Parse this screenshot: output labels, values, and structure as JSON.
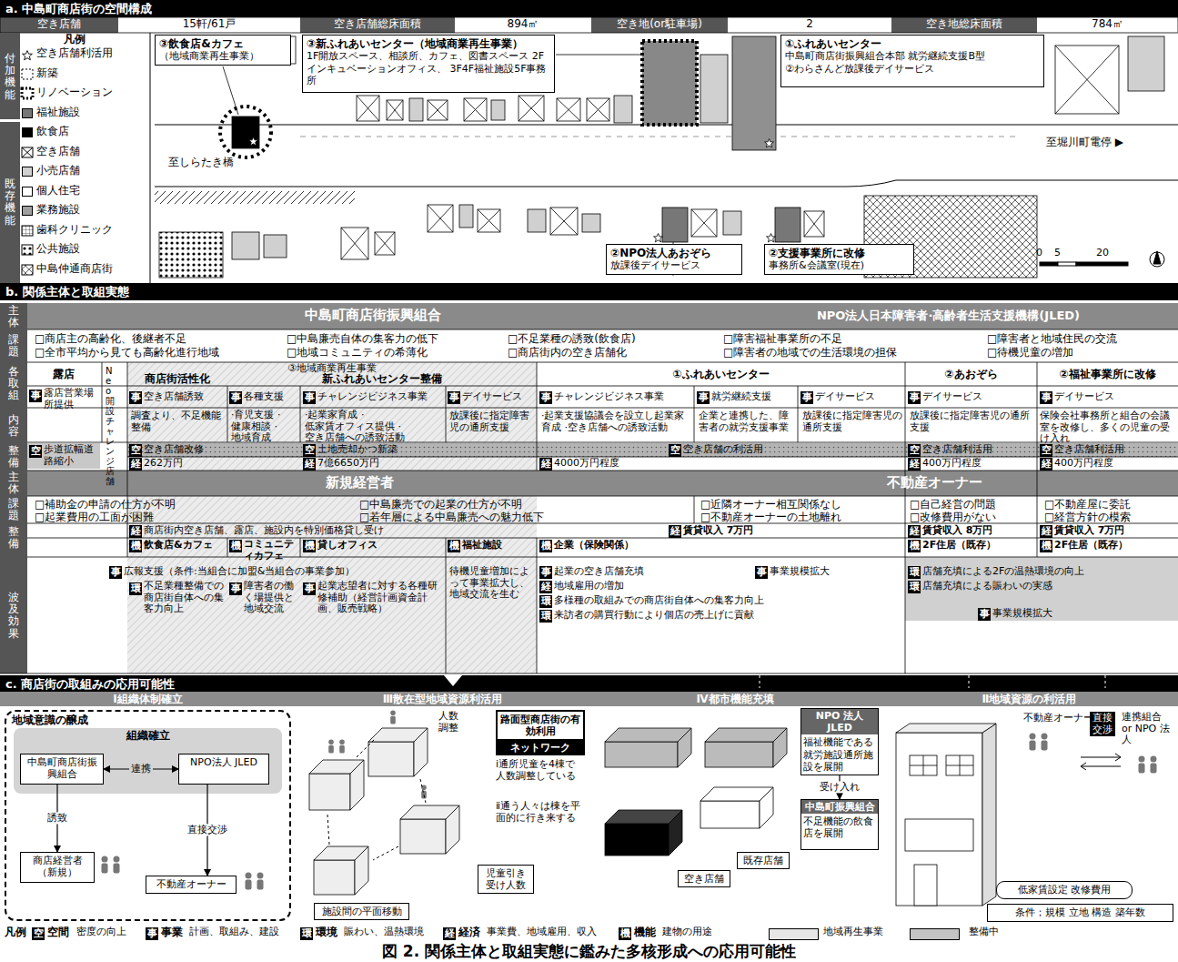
{
  "diagram": {
    "caption": "図 2. 関係主体と取組実態に鑑みた多核形成への応用可能性",
    "nodes": [
      {
        "text": [
          "a. 中島町商店街の空間構成"
        ]
      },
      {
        "text": [
          "③飲食店&カフェ",
          "（地域商業再生事業）"
        ]
      },
      {
        "text": [
          "③新ふれあいセンター（地域商業再生事業）",
          "1F開放スペース、相談所、カフェ、図書スペース 2Fインキュベーションオフィス、 3F4F福祉施設5F事務所"
        ]
      },
      {
        "text": [
          "①ふれあいセンター",
          "中島町商店街振興組合本部 就労継続支援B型",
          "②わらさんど放課後デイサービス"
        ]
      },
      {
        "text": [
          "②NPO法人あおぞら",
          "放課後デイサービス"
        ]
      },
      {
        "text": [
          "②支援事業所に改修",
          "事務所&会議室(現在)"
        ]
      },
      {
        "text": [
          "b. 関係主体と取組実態"
        ]
      },
      {
        "text": [
          "c. 商店街の取組みの応用可能性"
        ]
      },
      {
        "text": [
          "Ⅰ組織体制確立"
        ]
      },
      {
        "text": [
          "Ⅲ散在型地域資源利活用"
        ]
      },
      {
        "text": [
          "Ⅳ都市機能充填"
        ]
      },
      {
        "text": [
          "Ⅱ地域資源の利活用"
        ]
      },
      {
        "text": [
          "地域意識の醸成"
        ]
      },
      {
        "text": [
          "組織確立"
        ],
        "in": 12
      },
      {
        "text": [
          "中島町商店街振興組合"
        ],
        "in": 13
      },
      {
        "text": [
          "NPO法人 JLED"
        ],
        "in": 13
      },
      {
        "text": [
          "商店経営者（新規）"
        ],
        "in": 12
      },
      {
        "text": [
          "不動産オーナー"
        ],
        "in": 12
      },
      {
        "text": [
          "路面型商店街の有効利用"
        ]
      },
      {
        "text": [
          "ネットワーク"
        ]
      },
      {
        "text": [
          "児童引き受け人数"
        ]
      },
      {
        "text": [
          "施設間の平面移動"
        ]
      },
      {
        "text": [
          "NPO 法人 JLED",
          "福祉機能である就労施設通所施設を展開"
        ]
      },
      {
        "text": [
          "中島町振興組合",
          "不足機能の飲食店を展開"
        ]
      },
      {
        "text": [
          "既存店舗"
        ]
      },
      {
        "text": [
          "空き店舗"
        ]
      },
      {
        "text": [
          "低家賃設定 改修費用"
        ]
      },
      {
        "text": [
          "条件；規模 立地 構造 築年数"
        ]
      }
    ],
    "edges": [
      {
        "from": 14,
        "to": 15,
        "label": "連携",
        "arrow": "both"
      },
      {
        "from": 14,
        "to": 16,
        "label": "誘致",
        "arrow": "to"
      },
      {
        "from": 15,
        "to": 17,
        "label": "直接交渉",
        "arrow": "to"
      },
      {
        "from": 22,
        "to": 23,
        "label": "受け入れ",
        "arrow": "to"
      }
    ],
    "labels": [
      "空き店舗",
      "15軒/61戸",
      "空き店舗総床面積",
      "894㎡",
      "空き地(or駐車場)",
      "2",
      "空き地総床面積",
      "784㎡",
      "付加機能",
      "既存機能",
      "凡例",
      "至しらたき橋",
      "至堀川町電停 ▶",
      "0",
      "5",
      "20",
      "主体",
      "課題",
      "各取組",
      "内容",
      "整備",
      "主体",
      "課題",
      "整備",
      "波及効果",
      "中島町商店街振興組合",
      "NPO法人日本障害者·高齢者生活支援機構(JLED)",
      "□商店主の高齢化、後継者不足",
      "□中島廉売自体の集客力の低下",
      "□不足業種の誘致(飲食店)",
      "□全市平均から見ても高齢化進行地域",
      "□地域コミュニティの希薄化",
      "□商店街内の空き店舗化",
      "□障害福祉事業所の不足",
      "□障害者と地域住民の交流",
      "□障害者の地域での生活環境の担保",
      "□待機児童の増加",
      "露店",
      "③地域商業再生事業",
      "商店街活性化",
      "新ふれあいセンター整備",
      "①ふれあいセンター",
      "②あおぞら",
      "②福祉事業所に改修",
      "事",
      "露店営業場所提供",
      "Neo開設チャレンジ店舗",
      "事",
      "空き店舗誘致",
      "事",
      "各種支援",
      "事",
      "チャレンジビジネス事業",
      "事",
      "デイサービス",
      "事",
      "チャレンジビジネス事業",
      "事",
      "就労継続支援",
      "事",
      "デイサービス",
      "事",
      "デイサービス",
      "事",
      "デイサービス",
      "調査より、不足機能整備",
      "·育児支援 ·健康相談 ·地域育成",
      "·起業家育成 ·低家賃オフィス提供 ·空き店舗への誘致活動",
      "放課後に指定障害児の通所支援",
      "·起業支援協議会を設立し起業家育成 ·空き店舗への誘致活動",
      "企業と連携した、障害者の就労支援事業",
      "放課後に指定障害児の通所支援",
      "放課後に指定障害児の通所支援",
      "保険会社事務所と組合の会議室を改修し、多くの児童の受け入れ",
      "空",
      "歩道拡幅道路縮小",
      "空",
      "空き店舗改修",
      "空",
      "土地売却かつ新築",
      "空",
      "空き店舗の利活用",
      "空",
      "空き店舗利活用",
      "空",
      "空き店舗利活用",
      "経",
      "262万円",
      "経",
      "7億6650万円",
      "経",
      "4000万円程度",
      "経",
      "400万円程度",
      "経",
      "400万円程度",
      "新規経営者",
      "不動産オーナー",
      "□補助金の申請の仕方が不明",
      "□中島廉売での起業の仕方が不明",
      "□近隣オーナー相互関係なし",
      "□自己経営の問題",
      "□不動産屋に委託",
      "□起業費用の工面が困難",
      "□若年層による中島廉売への魅力低下",
      "□不動産オーナーの土地離れ",
      "□改修費用がない",
      "□経営方針の模索",
      "経",
      "商店街内空き店舗、露店、施設内を特別価格貸し受け",
      "経",
      "賃貸収入 7万円",
      "経",
      "賃貸収入 8万円",
      "経",
      "賃貸収入 7万円",
      "機",
      "飲食店&カフェ",
      "機",
      "コミュニティカフェ",
      "機",
      "貸しオフィス",
      "機",
      "福祉施設",
      "機",
      "企業（保険関係）",
      "機",
      "2F住居（既存）",
      "機",
      "2F住居（既存）",
      "事",
      "広報支援（条件:当組合に加盟&当組合の事業参加）",
      "環",
      "不足業種整備での商店街自体への集客力向上",
      "事",
      "障害者の働く場提供と地域交流",
      "事",
      "起業志望者に対する各種研修補助（経営計画資金計画、販売戦略）",
      "待機児童増加によって事業拡大し、地域交流を生む",
      "事",
      "起業の空き店舗充填",
      "事",
      "事業規模拡大",
      "経",
      "地域雇用の増加",
      "環",
      "多様種の取組みでの商店街自体への集客力向上",
      "環",
      "来訪者の購買行動により個店の売上げに貢献",
      "環",
      "店舗充填による2Fの温熱環境の向上",
      "環",
      "店舗充填による賑わいの実感",
      "事",
      "事業規模拡大",
      "人数調整",
      "ⅰ通所児童を4棟で人数調整している",
      "ⅱ通う人々は棟を平面的に行き来する",
      "不動産オーナー",
      "直接交渉",
      "連携組合 or NPO 法人",
      "凡例",
      "空",
      "空間",
      "密度の向上",
      "事",
      "事業",
      "計画、取組み、建設",
      "環",
      "環境",
      "賑わい、温熱環境",
      "経",
      "経済",
      "事業費、地域雇用、収入",
      "機",
      "機能",
      "建物の用途"
    ],
    "legend": [
      {
        "text": "空き店舗利活用"
      },
      {
        "text": "新築"
      },
      {
        "text": "リノベーション"
      },
      {
        "text": "福祉施設",
        "color": "#777777"
      },
      {
        "text": "飲食店",
        "color": "#000000"
      },
      {
        "text": "空き店舗"
      },
      {
        "text": "小売店舗",
        "color": "#d0d0d0"
      },
      {
        "text": "個人住宅",
        "color": "#ffffff"
      },
      {
        "text": "業務施設",
        "color": "#a0a0a0"
      },
      {
        "text": "歯科クリニック"
      },
      {
        "text": "公共施設"
      },
      {
        "text": "中島仲通商店街"
      },
      {
        "text": "地域再生事業",
        "color": "#e6e6e6"
      },
      {
        "text": "整備中",
        "color": "#c4c4c4"
      }
    ]
  }
}
